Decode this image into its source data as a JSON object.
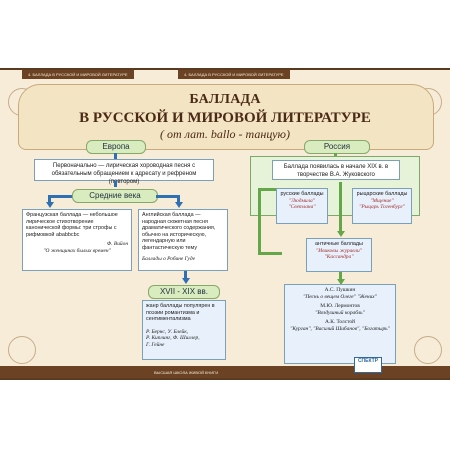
{
  "header": {
    "left_label": "4. БАЛЛАДА В РУССКОЙ И МИРОВОЙ ЛИТЕРАТУРЕ",
    "center_label": "4. БАЛЛАДА В РУССКОЙ И МИРОВОЙ ЛИТЕРАТУРЕ"
  },
  "title": {
    "line1": "БАЛЛАДА",
    "line2": "В РУССКОЙ И МИРОВОЙ ЛИТЕРАТУРЕ",
    "line3": "( от лат. ballo - танцую)"
  },
  "europe": {
    "tab": "Европа",
    "intro": "Первоначально — лирическая хороводная песня с обязательным обращением к адресату и рефреном (повтором)",
    "middle_ages_tab": "Средние века",
    "french": {
      "text": "Французская баллада — небольшое лирическое стихотворение канонической формы: три строфы с рифмовкой ababbcbc",
      "author": "Ф. Вийон",
      "work": "\"О женщинах былых времен\""
    },
    "english": {
      "text": "Английская баллада — народная сюжетная песня драматического содержания, обычно на историческую, легендарную или фантастическую тему",
      "work": "Баллады о Робине Гуде"
    },
    "centuries_tab": "XVII - XIX вв.",
    "romantic": "жанр баллады популярен в поэзии романтизма и сентиментализма",
    "authors": [
      "Р. Бернс, У. Блейк,",
      "Р. Киплинг, Ф. Шиллер,",
      "Г. Гейне"
    ]
  },
  "russia": {
    "tab": "Россия",
    "intro": "Баллада появилась в начале XIX в. в творчестве В.А. Жуковского",
    "russian": {
      "label": "русские баллады",
      "works": [
        "\"Людмила\"",
        "\"Светлана\""
      ]
    },
    "knight": {
      "label": "рыцарские баллады",
      "works": [
        "\"Мщение\"",
        "\"Рыцарь Тогенбург\""
      ]
    },
    "antique": {
      "label": "античные баллады",
      "works": [
        "\"Ивиковы журавли\"",
        "\"Кассандра\""
      ]
    },
    "later": [
      {
        "author": "А.С. Пушкин",
        "works": "\"Песнь о вещем Олеге\" \"Жених\""
      },
      {
        "author": "М.Ю. Лермонтов",
        "works": "\"Воздушный корабль\""
      },
      {
        "author": "А.К. Толстой",
        "works": "\"Курган\", \"Василий Шибанов\", \"Богатырь\""
      }
    ]
  },
  "footer": {
    "label": "ВЫСШАЯ ШКОЛА ЖИВОЙ КНИГИ",
    "logo": "СПЕКТР"
  },
  "colors": {
    "accent": "#2f6fb3",
    "green": "#64a64a",
    "background": "#f6ecd8",
    "frame": "#6b4324"
  }
}
